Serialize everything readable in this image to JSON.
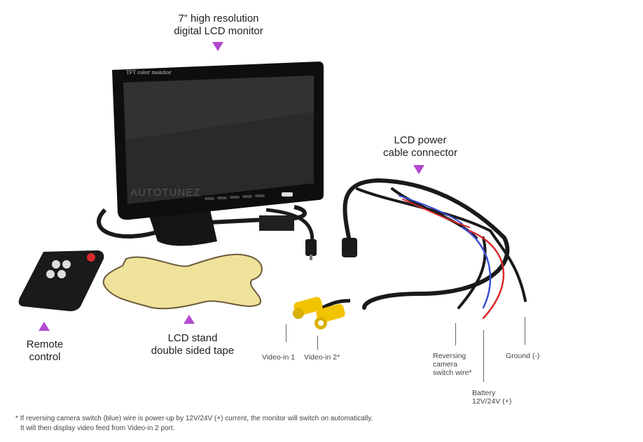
{
  "labels": {
    "monitor": [
      "7” high resolution",
      "digital LCD monitor"
    ],
    "power": [
      "LCD power",
      "cable connector"
    ],
    "remote": [
      "Remote",
      "control"
    ],
    "stand": [
      "LCD stand",
      "double sided tape"
    ],
    "video_in_1": "Video-in 1",
    "video_in_2": "Video-in 2*",
    "reversing": [
      "Reversing",
      "camera",
      "switch wire*"
    ],
    "ground": "Ground (-)",
    "battery": [
      "Battery",
      "12V/24V (+)"
    ]
  },
  "screen_text": {
    "tft": "TFT color monitor",
    "brand": "AUTOTUNEZ"
  },
  "footnote": [
    "* If reversing camera switch (blue) wire is power-up by 12V/24V (+) current, the monitor will switch on automatically.",
    "It will then display video feed from Video-in 2 port."
  ],
  "colors": {
    "accent_triangle": "#b34ad0",
    "tape": "#efe39c",
    "rca_yellow": "#f2c400",
    "wire_red": "#d9292b",
    "wire_blue": "#3b4fd6"
  }
}
